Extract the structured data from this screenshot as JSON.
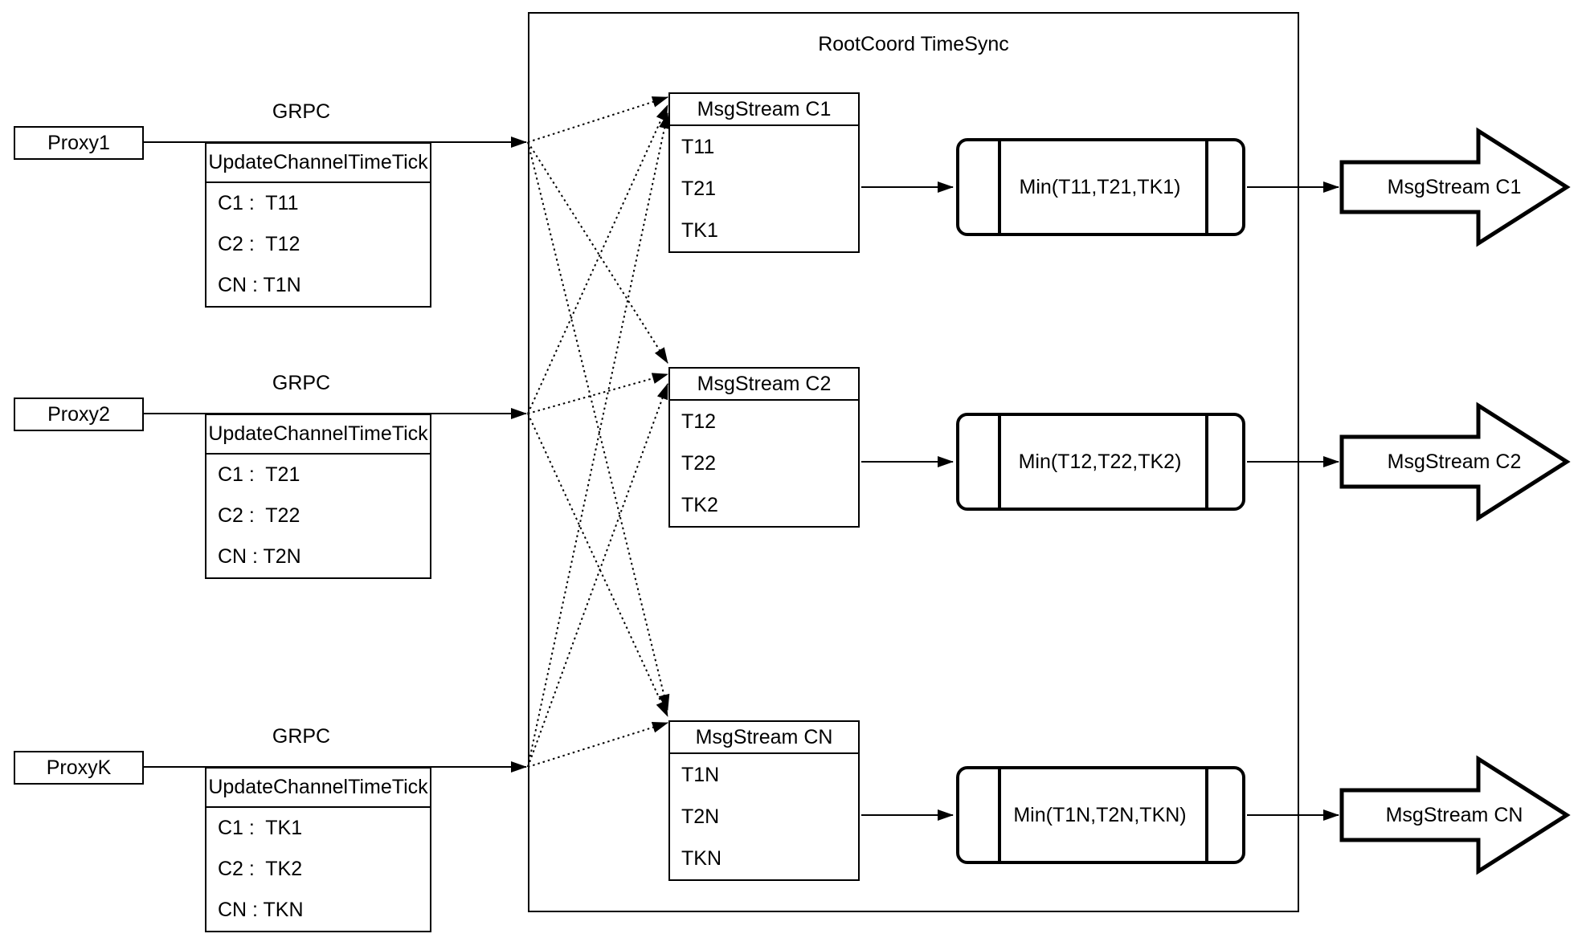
{
  "title": "RootCoord TimeSync",
  "colors": {
    "line": "#000000",
    "background": "#ffffff"
  },
  "rows": [
    {
      "proxy_label": "Proxy1",
      "grpc_label": "GRPC",
      "update_table": {
        "header": "UpdateChannelTimeTick",
        "entries": [
          "C1 :  T11",
          "C2 :  T12",
          "CN : T1N"
        ]
      },
      "stream_table": {
        "header": "MsgStream C1",
        "entries": [
          "T11",
          "T21",
          "TK1"
        ]
      },
      "min_label": "Min(T11,T21,TK1)",
      "output_arrow_label": "MsgStream C1"
    },
    {
      "proxy_label": "Proxy2",
      "grpc_label": "GRPC",
      "update_table": {
        "header": "UpdateChannelTimeTick",
        "entries": [
          "C1 :  T21",
          "C2 :  T22",
          "CN : T2N"
        ]
      },
      "stream_table": {
        "header": "MsgStream C2",
        "entries": [
          "T12",
          "T22",
          "TK2"
        ]
      },
      "min_label": "Min(T12,T22,TK2)",
      "output_arrow_label": "MsgStream C2"
    },
    {
      "proxy_label": "ProxyK",
      "grpc_label": "GRPC",
      "update_table": {
        "header": "UpdateChannelTimeTick",
        "entries": [
          "C1 :  TK1",
          "C2 :  TK2",
          "CN : TKN"
        ]
      },
      "stream_table": {
        "header": "MsgStream CN",
        "entries": [
          "T1N",
          "T2N",
          "TKN"
        ]
      },
      "min_label": "Min(T1N,T2N,TKN)",
      "output_arrow_label": "MsgStream CN"
    }
  ]
}
